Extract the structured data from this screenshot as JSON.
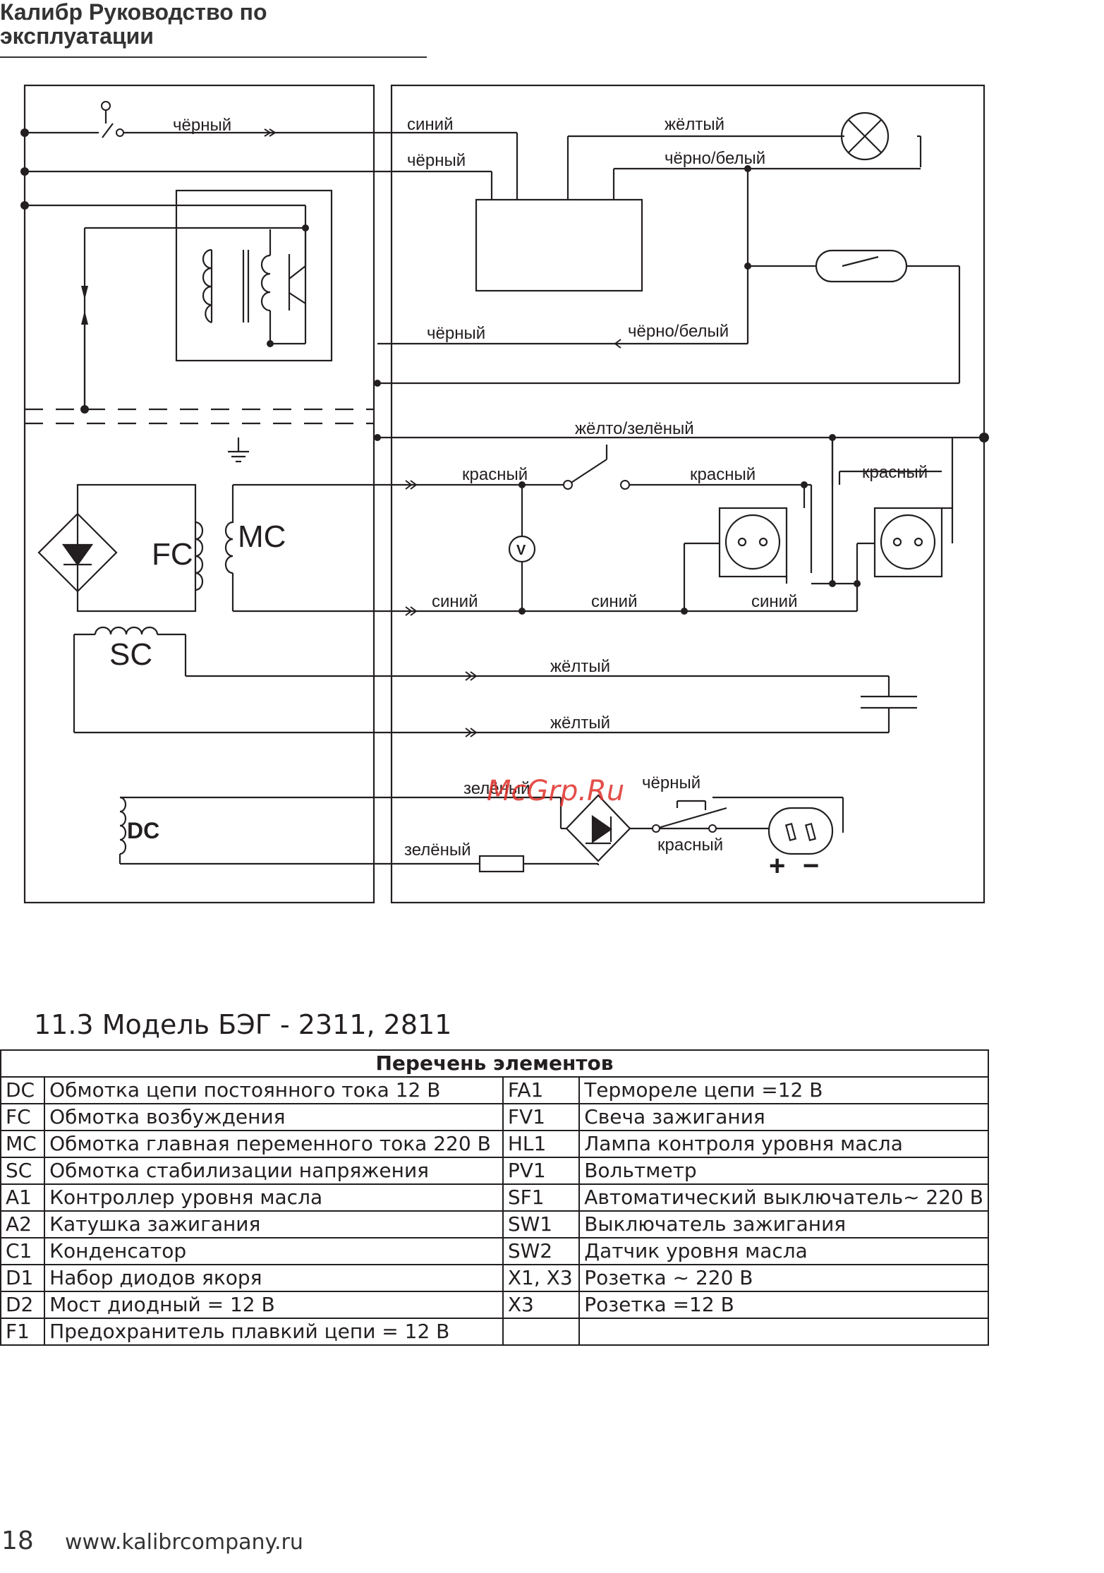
{
  "header": {
    "title": "Калибр Руководство по эксплуатации"
  },
  "watermark": "McGrp.Ru",
  "diagram": {
    "wire_labels": {
      "l1": "чёрный",
      "l2": "синий",
      "l3": "чёрный",
      "l4": "жёлтый",
      "l5": "чёрно/белый",
      "l6": "чёрный",
      "l7": "чёрно/белый",
      "l8": "жёлто/зелёный",
      "l9": "красный",
      "l10": "красный",
      "l11": "красный",
      "l12": "синий",
      "l13": "синий",
      "l14": "синий",
      "l15": "жёлтый",
      "l16": "жёлтый",
      "l17": "зелёный",
      "l18": "чёрный",
      "l19": "красный",
      "l20": "зелёный"
    },
    "component_labels": {
      "fc": "FC",
      "mc": "MC",
      "sc": "SC",
      "dc": "DC",
      "voltmeter": "V",
      "plus": "+",
      "minus": "−"
    }
  },
  "section": {
    "title": "11.3 Модель БЭГ - 2311, 2811"
  },
  "table": {
    "header": "Перечень элементов",
    "rows": [
      {
        "c1": "DC",
        "c2": "Обмотка цепи постоянного тока 12 В",
        "c3": "FA1",
        "c4": "Термореле цепи =12 В"
      },
      {
        "c1": "FC",
        "c2": "Обмотка возбуждения",
        "c3": "FV1",
        "c4": "Свеча зажигания"
      },
      {
        "c1": "MC",
        "c2": "Обмотка главная переменного тока 220 В",
        "c3": "HL1",
        "c4": "Лампа контроля уровня масла"
      },
      {
        "c1": "SC",
        "c2": "Обмотка стабилизации напряжения",
        "c3": "PV1",
        "c4": "Вольтметр"
      },
      {
        "c1": "A1",
        "c2": "Контроллер уровня масла",
        "c3": "SF1",
        "c4": "Автоматический выключатель~ 220 В"
      },
      {
        "c1": "A2",
        "c2": "Катушка зажигания",
        "c3": "SW1",
        "c4": "Выключатель зажигания"
      },
      {
        "c1": "C1",
        "c2": "Конденсатор",
        "c3": "SW2",
        "c4": "Датчик уровня масла"
      },
      {
        "c1": "D1",
        "c2": "Набор диодов якоря",
        "c3": "X1, X3",
        "c4": "Розетка ~ 220 В"
      },
      {
        "c1": "D2",
        "c2": "Мост диодный = 12 В",
        "c3": "X3",
        "c4": "Розетка =12 В"
      },
      {
        "c1": "F1",
        "c2": "Предохранитель плавкий цепи = 12 В",
        "c3": "",
        "c4": ""
      }
    ]
  },
  "footer": {
    "page": "18",
    "url": "www.kalibrcompany.ru"
  }
}
